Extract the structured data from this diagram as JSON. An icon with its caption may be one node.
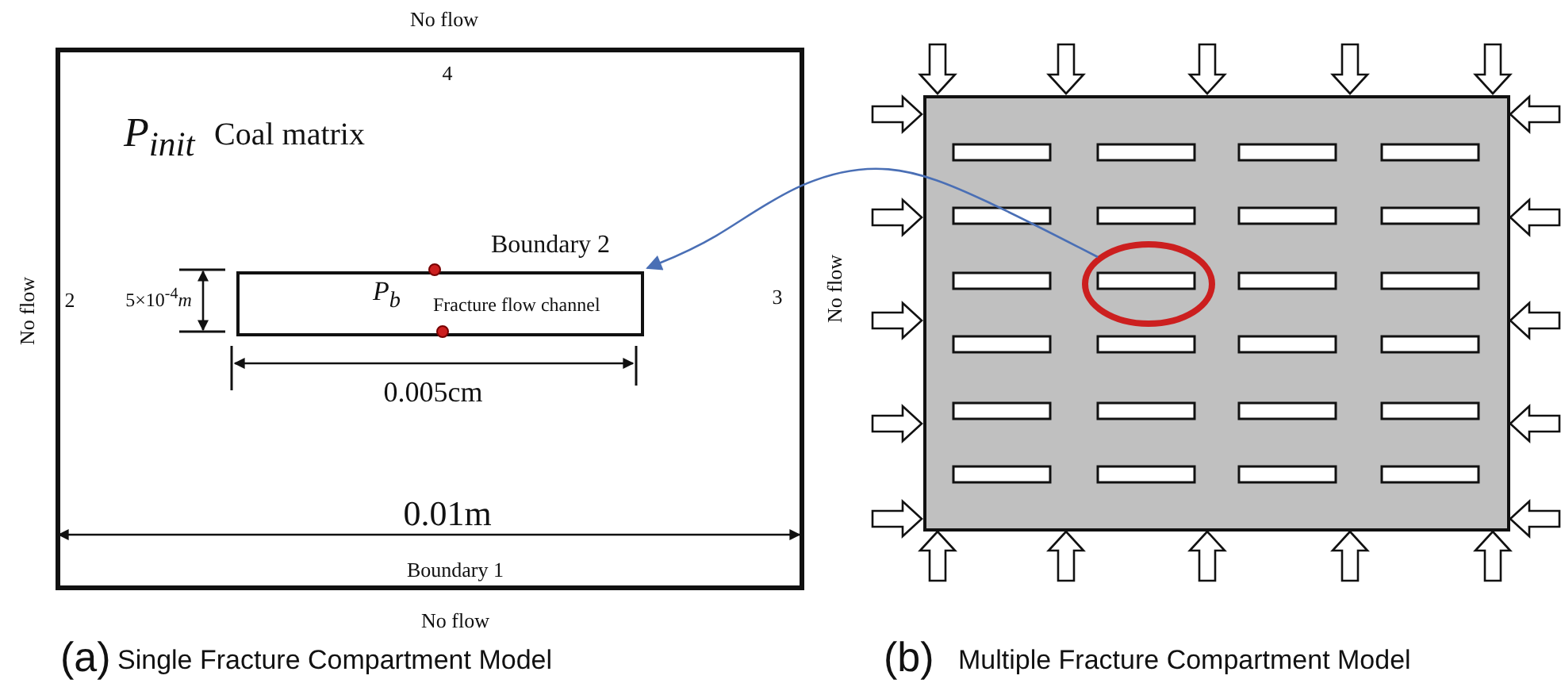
{
  "diagram": {
    "nodes": [
      {
        "text": [
          "P$_{init}$",
          "Coal matrix"
        ]
      },
      {
        "text": [
          "P$_{b}$",
          "Fracture flow channel"
        ],
        "in": 0
      },
      {
        "text": [],
        "shape": "box"
      },
      {
        "text": [],
        "shape": "circle",
        "in": 2
      }
    ],
    "edges": [
      {
        "from": 3,
        "to": 1,
        "arrow": "to",
        "color": "#4a6fb5"
      }
    ],
    "labels": [
      "No flow",
      "4",
      "Boundary 2",
      "5×10$^{-4}$*m*",
      "No flow",
      "2",
      "3",
      "0.005cm",
      "0.01m",
      "Boundary 1",
      "No flow",
      "No flow",
      "(a)",
      "Single Fracture Compartment Model",
      "(b)",
      "Multiple Fracture Compartment Model"
    ]
  }
}
